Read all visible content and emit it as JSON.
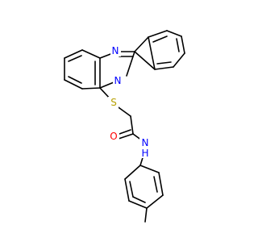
{
  "molecule": {
    "atoms": {
      "n1": {
        "symbol": "N",
        "color": "#0000ff"
      },
      "n3": {
        "symbol": "N",
        "color": "#0000ff"
      },
      "s": {
        "symbol": "S",
        "color": "#b8a000"
      },
      "o": {
        "symbol": "O",
        "color": "#ff0000"
      },
      "nh": {
        "symbol": "N",
        "h": "H",
        "color": "#0000ff"
      }
    }
  }
}
